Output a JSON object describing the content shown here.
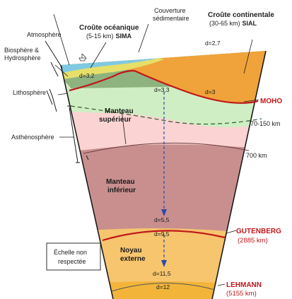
{
  "labels": {
    "atmosphere": "Atmosphère",
    "biosphere_line1": "Biosphère &",
    "biosphere_line2": "Hydrosphère",
    "lithosphere": "Lithosphère",
    "asthenosphere": "Asthénosphère",
    "couverture_line1": "Couverture",
    "couverture_line2": "sédimentaire",
    "croute_oceanique_title": "Croûte océanique",
    "croute_oceanique_detail_prefix": "(5-15 km)",
    "croute_oceanique_detail_bold": "SIMA",
    "croute_continentale_title": "Croûte continentale",
    "croute_continentale_detail_prefix": "(30-65 km)",
    "croute_continentale_detail_bold": "SIAL",
    "manteau_superieur_line1": "Manteau",
    "manteau_superieur_line2": "supérieur",
    "manteau_inferieur_line1": "Manteau",
    "manteau_inferieur_line2": "inférieur",
    "noyau_externe_line1": "Noyau",
    "noyau_externe_line2": "externe",
    "moho": "MOHO",
    "depth_70_150": "70-150 km",
    "depth_700": "700 km",
    "gutenberg": "GUTENBERG",
    "gutenberg_depth": "(2885 km)",
    "lehmann": "LEHMANN",
    "lehmann_depth": "(5155 km)",
    "echelle_line1": "Échelle non",
    "echelle_line2": "respectée"
  },
  "densities": {
    "d_continent_peak": "d=2,7",
    "d_ocean": "d=3,2",
    "d_continent_crust": "d=3",
    "d_upper_mantle": "d=3,3",
    "d_lower_mantle": "d=5,5",
    "d_gutenberg": "d=9,5",
    "d_outer_core": "d=11,5",
    "d_inner_core": "d=12"
  },
  "colors": {
    "atmosphere_blue": "#a9dff0",
    "ocean": "#7fc9e2",
    "sediment": "#e6df6a",
    "oceanic_crust": "#8fb37f",
    "continental_crust": "#f0a33a",
    "lithosphere": "#cfeec3",
    "upper_mantle": "#fbd3d3",
    "lower_mantle": "#c98f8f",
    "outer_core": "#f6c56e",
    "inner_core": "#f2b53a",
    "boundary_red": "#c0171a"
  }
}
